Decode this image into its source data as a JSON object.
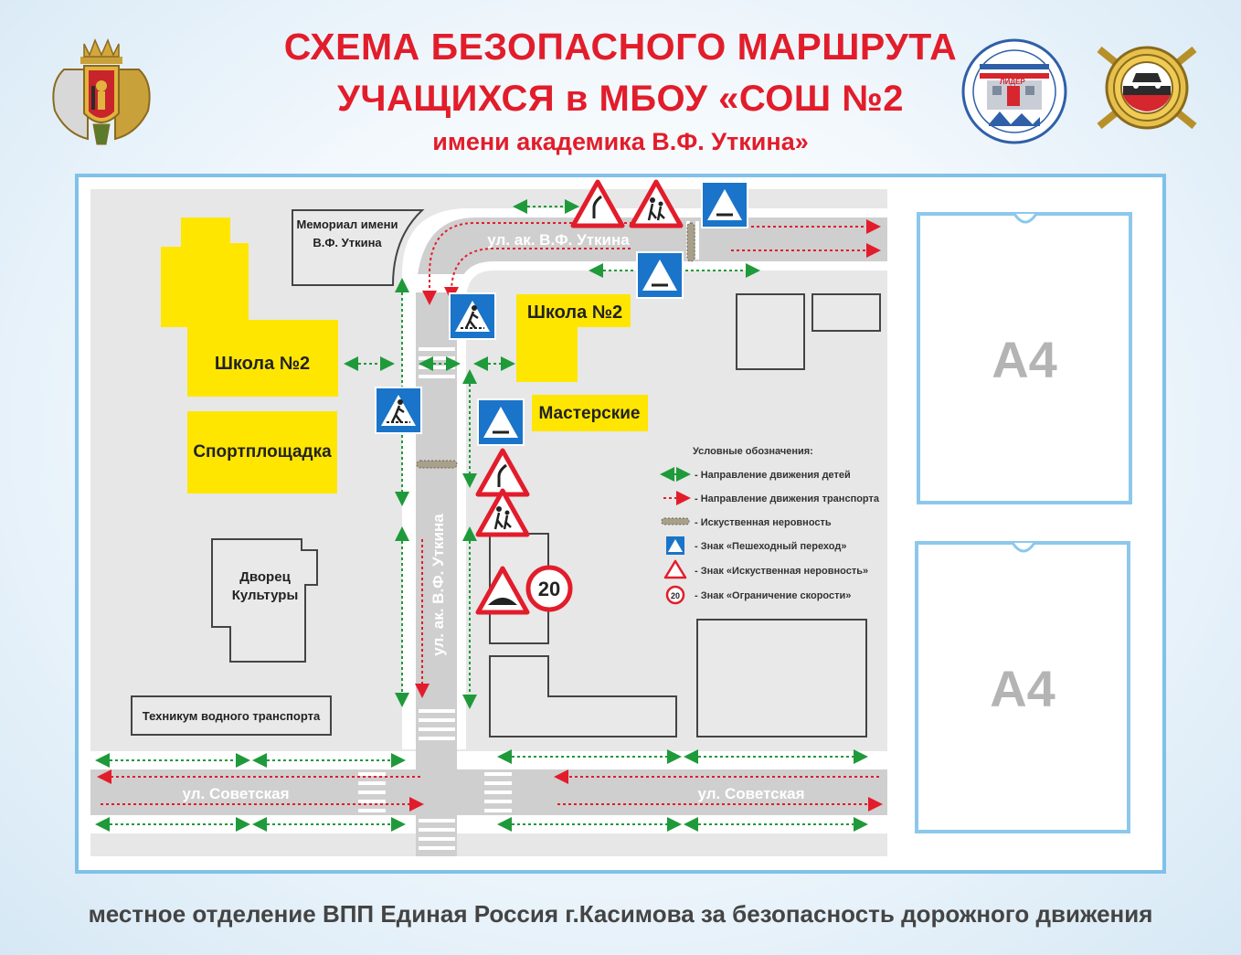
{
  "header": {
    "title_line1": "СХЕМА БЕЗОПАСНОГО МАРШРУТА",
    "title_line2": "УЧАЩИХСЯ в МБОУ «СОШ №2",
    "title_line3": "имени академика В.Ф. Уткина»",
    "badge_text": "ЛИДЕР"
  },
  "map": {
    "street_utkina_h": "ул. ак. В.Ф. Уткина",
    "street_utkina_v": "ул. ак. В.Ф. Уткина",
    "street_sovetskaya_left": "ул. Советская",
    "street_sovetskaya_right": "ул. Советская",
    "memorial_line1": "Мемориал имени",
    "memorial_line2": "В.Ф. Уткина",
    "school_left": "Школа №2",
    "school_right": "Школа №2",
    "workshops": "Мастерские",
    "sports_ground": "Спортплощадка",
    "palace_line1": "Дворец",
    "palace_line2": "Культуры",
    "college": "Техникум водного транспорта",
    "speed_limit": "20"
  },
  "legend": {
    "title": "Условные обозначения:",
    "children": "- Направление движения детей",
    "transport": "- Направление движения транспорта",
    "bump": "- Искуственная неровность",
    "crossing_sign": "- Знак «Пешеходный переход»",
    "bump_sign": "- Знак «Искуственная неровность»",
    "speed_sign": "- Знак «Ограничение скорости»",
    "speed_value": "20"
  },
  "pockets": {
    "top_label": "A4",
    "bottom_label": "A4"
  },
  "footer": {
    "text": "местное отделение ВПП Единая Россия г.Касимова за безопасность дорожного движения"
  },
  "colors": {
    "title_red": "#e21d2b",
    "frame_blue": "#7fc1e8",
    "building_yellow": "#ffe600",
    "children_green": "#1f9a3a",
    "transport_red": "#e21d2b",
    "road_gray": "#cfcfcf"
  }
}
